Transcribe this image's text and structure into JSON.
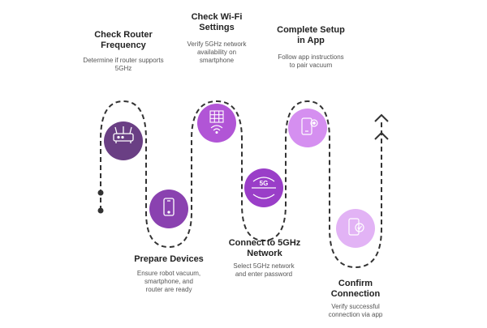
{
  "steps": [
    {
      "title": "Check Router Frequency",
      "desc": "Determine if router supports 5GHz",
      "color": "#6a3f84",
      "icon": "router-icon"
    },
    {
      "title": "Prepare Devices",
      "desc": "Ensure robot vacuum, smartphone, and router are ready",
      "color": "#8a42b0",
      "icon": "smartphone-icon"
    },
    {
      "title": "Check Wi-Fi Settings",
      "desc": "Verify 5GHz network availability on smartphone",
      "color": "#b155d6",
      "icon": "wifi-grid-icon"
    },
    {
      "title": "Connect to 5GHz Network",
      "desc": "Select 5GHz network and enter password",
      "color": "#9a3ec8",
      "icon": "5g-icon"
    },
    {
      "title": "Complete Setup in App",
      "desc": "Follow app instructions to pair vacuum",
      "color": "#d58ff0",
      "icon": "phone-settings-icon"
    },
    {
      "title": "Confirm Connection",
      "desc": "Verify successful connection via app",
      "color": "#e2b3f5",
      "icon": "phone-check-icon"
    }
  ]
}
